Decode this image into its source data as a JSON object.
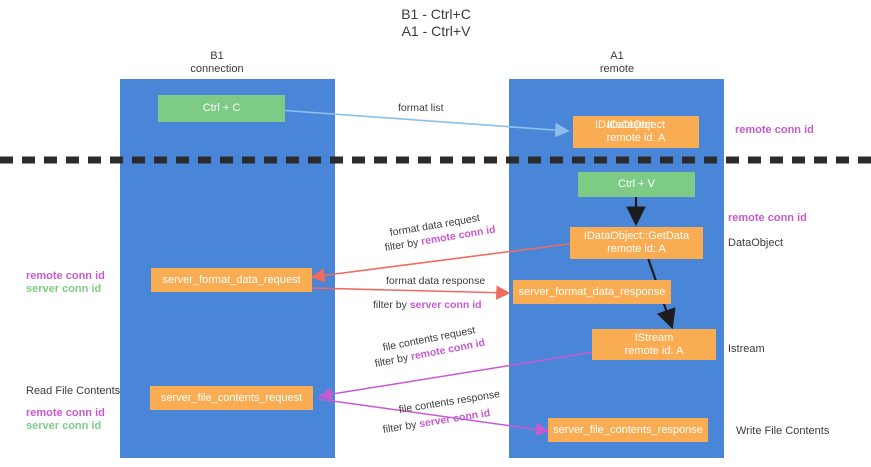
{
  "title": "B1 - Ctrl+C\nA1 - Ctrl+V",
  "columns": {
    "left": "B1\nconnection",
    "right": "A1\nremote"
  },
  "nodes": {
    "ctrl_c": "Ctrl + C",
    "ctrl_v": "Ctrl + V",
    "dataobject_top_line1": "IDataObject",
    "dataobject_top_line2": "remote id: A",
    "getdata_line1": "IDataObject::GetData",
    "getdata_line2": "remote id: A",
    "istream_line1": "IStream",
    "istream_line2": "remote id: A",
    "server_format_data_request": "server_format_data_request",
    "server_format_data_response": "server_format_data_response",
    "server_file_contents_request": "server_file_contents_request",
    "server_file_contents_response": "server_file_contents_response"
  },
  "edges": {
    "format_list": "format list",
    "format_data_request": "format data request",
    "format_data_request_filter_prefix": "filter by ",
    "format_data_request_filter_key": "remote conn id",
    "format_data_response": "format data response",
    "format_data_response_filter_prefix": "filter by ",
    "format_data_response_filter_key": "server conn id",
    "file_contents_request": "file contents request",
    "file_contents_request_filter_prefix": "filter by ",
    "file_contents_request_filter_key": "remote conn id",
    "file_contents_response": "file contents response",
    "file_contents_response_filter_prefix": "filter by ",
    "file_contents_response_filter_key": "server conn id"
  },
  "annotations": {
    "right_remote_conn_id_top": "remote conn id",
    "right_remote_conn_id_mid": "remote conn id",
    "right_dataobject": "DataObject",
    "right_istream": "Istream",
    "right_write_file_contents": "Write File Contents",
    "left_remote_conn_id_mid": "remote conn id",
    "left_server_conn_id_mid": "server conn id",
    "left_read_file_contents": "Read File Contents",
    "left_remote_conn_id_bottom": "remote conn id",
    "left_server_conn_id_bottom": "server conn id"
  },
  "colors": {
    "lane": "#4a86d8",
    "orange": "#f9ac51",
    "green": "#7ecb85",
    "magenta": "#c85ad0",
    "red_arrow": "#ef6b60",
    "blue_arrow": "#8cc0e8",
    "divider": "#2b2b2b"
  }
}
